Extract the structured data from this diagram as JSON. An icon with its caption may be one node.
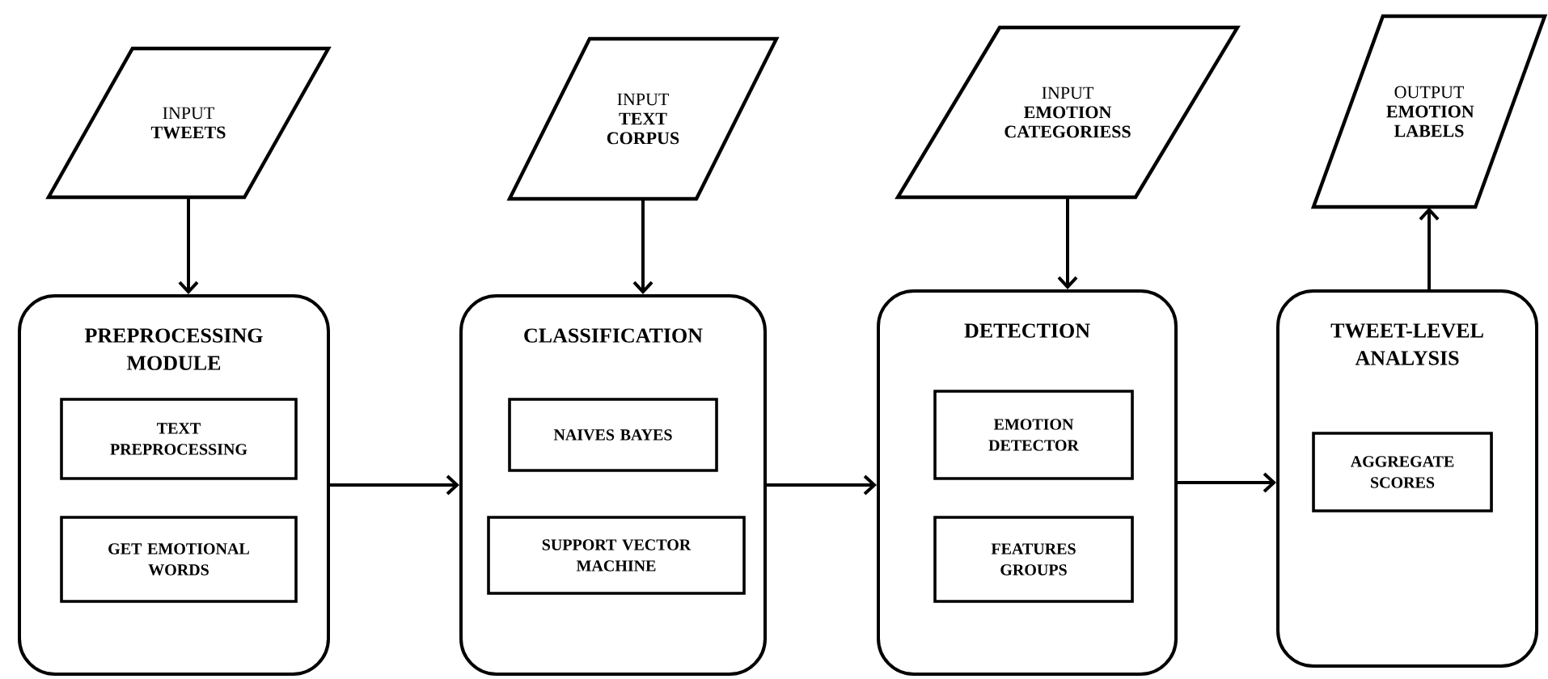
{
  "diagram": {
    "nodes": [
      {
        "text": [
          "INPUT",
          "TWEETS"
        ]
      },
      {
        "text": [
          "INPUT",
          "TEXT CORPUS"
        ]
      },
      {
        "text": [
          "INPUT",
          "EMOTION CATEGORIESS"
        ]
      },
      {
        "text": [
          "OUTPUT",
          "EMOTION LABELS"
        ]
      },
      {
        "text": [
          "PREPROCESSING MODULE"
        ]
      },
      {
        "text": [
          "TEXT PREPROCESSING"
        ],
        "in": 4
      },
      {
        "text": [
          "GET EMOTIONAL WORDS"
        ],
        "in": 4
      },
      {
        "text": [
          "CLASSIFICATION"
        ]
      },
      {
        "text": [
          "NAIVES BAYES"
        ],
        "in": 7
      },
      {
        "text": [
          "SUPPORT VECTOR MACHINE"
        ],
        "in": 7
      },
      {
        "text": [
          "DETECTION"
        ]
      },
      {
        "text": [
          "EMOTION DETECTOR"
        ],
        "in": 10
      },
      {
        "text": [
          "FEATURES GROUPS"
        ],
        "in": 10
      },
      {
        "text": [
          "TWEET-LEVEL ANALYSIS"
        ]
      },
      {
        "text": [
          "AGGREGATE SCORES"
        ],
        "in": 13
      }
    ],
    "edges": [
      {
        "from": 0,
        "to": 4,
        "arrow": "to"
      },
      {
        "from": 1,
        "to": 7,
        "arrow": "to"
      },
      {
        "from": 2,
        "to": 10,
        "arrow": "to"
      },
      {
        "from": 13,
        "to": 3,
        "arrow": "to"
      },
      {
        "from": 4,
        "to": 7,
        "arrow": "to"
      },
      {
        "from": 7,
        "to": 10,
        "arrow": "to"
      },
      {
        "from": 10,
        "to": 13,
        "arrow": "to"
      }
    ]
  }
}
